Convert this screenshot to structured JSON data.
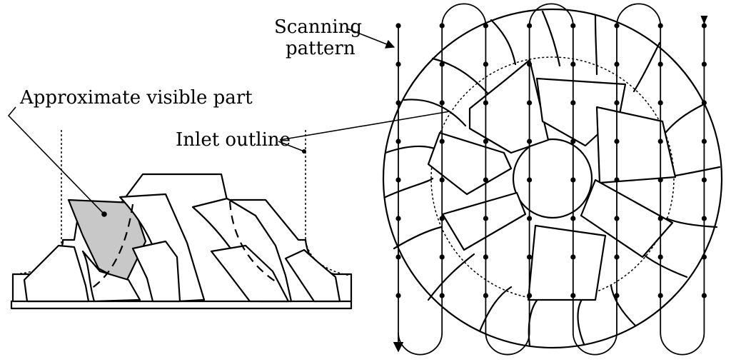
{
  "labels": {
    "visible_part": "Approximate visible part",
    "inlet": "Inlet outline",
    "scan_line1": "Scanning",
    "scan_line2": "pattern"
  },
  "scan": {
    "lines": 8,
    "dots_per_line": 8
  },
  "colors": {
    "ink": "#000000",
    "visible_fill": "#c8c8c8",
    "background": "#ffffff"
  }
}
